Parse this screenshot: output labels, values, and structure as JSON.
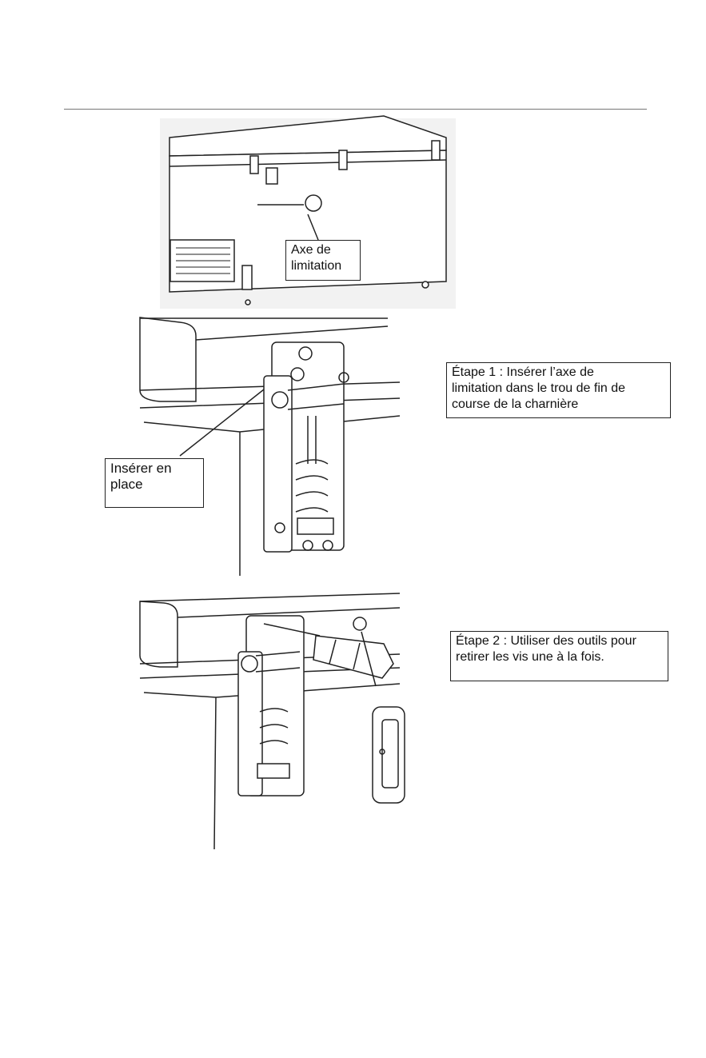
{
  "callouts": {
    "axe": [
      "Axe de",
      "limitation"
    ],
    "inserer": [
      "Insérer en",
      "place"
    ],
    "etape1": [
      "Étape 1 : Insérer l’axe de",
      "limitation dans le trou de fin de",
      "course de la charnière"
    ],
    "etape2": [
      "Étape 2 : Utiliser des outils pour",
      "retirer les vis une à la fois."
    ]
  },
  "colors": {
    "line": "#222222",
    "panel": "#f2f2f2",
    "rule": "#777777"
  }
}
